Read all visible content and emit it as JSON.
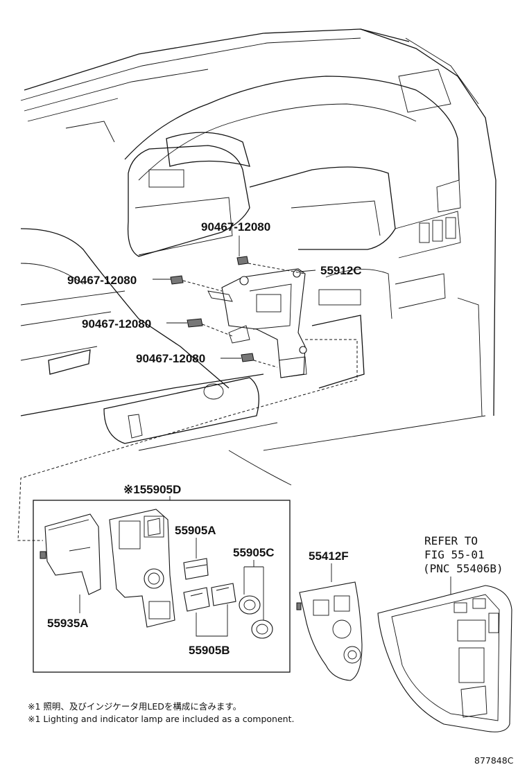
{
  "parts": {
    "clip_1": "90467-12080",
    "clip_2": "90467-12080",
    "clip_3": "90467-12080",
    "clip_4": "90467-12080",
    "bracket": "55912C",
    "switch_assy": "※155905D",
    "switch_a": "55905A",
    "switch_b": "55905B",
    "switch_c": "55905C",
    "cover": "55935A",
    "panel": "55412F"
  },
  "refer": {
    "line1": "REFER TO",
    "line2": "FIG 55-01",
    "line3": "(PNC 55406B)"
  },
  "notes": {
    "jp": "※1 照明、及びインジケータ用LEDを構成に含みます。",
    "en": "※1 Lighting and indicator lamp are included as a component."
  },
  "figure_code": "877848C"
}
